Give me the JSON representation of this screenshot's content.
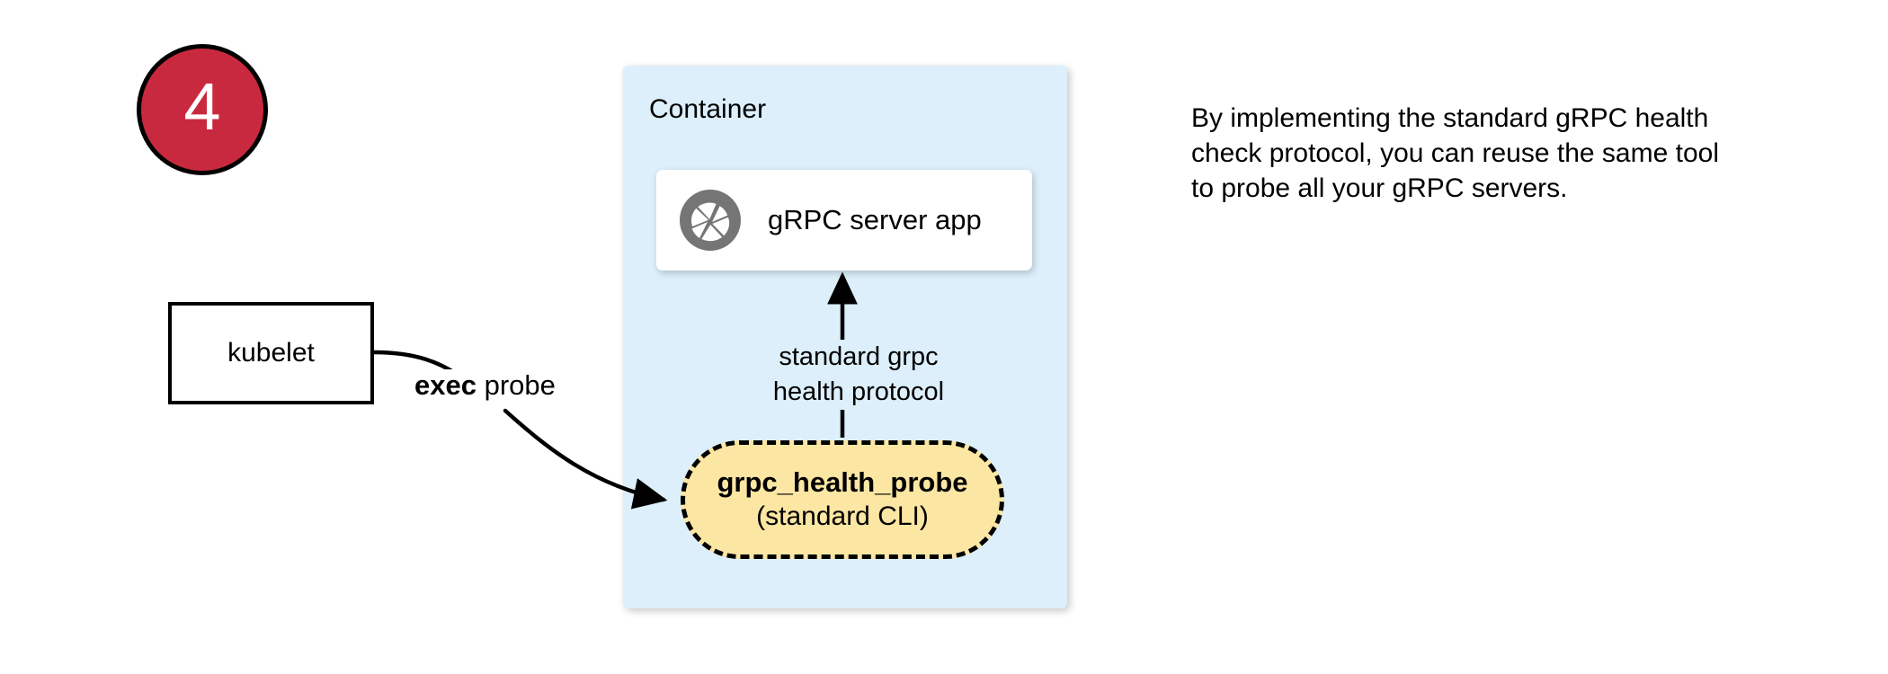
{
  "step": {
    "number": "4"
  },
  "container": {
    "label": "Container"
  },
  "server_card": {
    "icon": "grpc-aperture-icon",
    "label": "gRPC server app"
  },
  "kubelet": {
    "label": "kubelet"
  },
  "edges": {
    "exec_probe": {
      "bold_text": "exec",
      "rest_text": " probe"
    },
    "protocol": {
      "line1": "standard grpc",
      "line2": "health protocol"
    }
  },
  "probe": {
    "title": "grpc_health_probe",
    "subtitle": "(standard CLI)"
  },
  "note": {
    "text": "By implementing the standard gRPC health check protocol, you can reuse the same tool to probe all your gRPC servers."
  },
  "colors": {
    "badge_red": "#C9293E",
    "container_blue": "#DCEFFA",
    "probe_yellow": "#FCE6A3",
    "icon_gray": "#757575",
    "stroke_black": "#000000",
    "card_white": "#FFFFFF"
  }
}
